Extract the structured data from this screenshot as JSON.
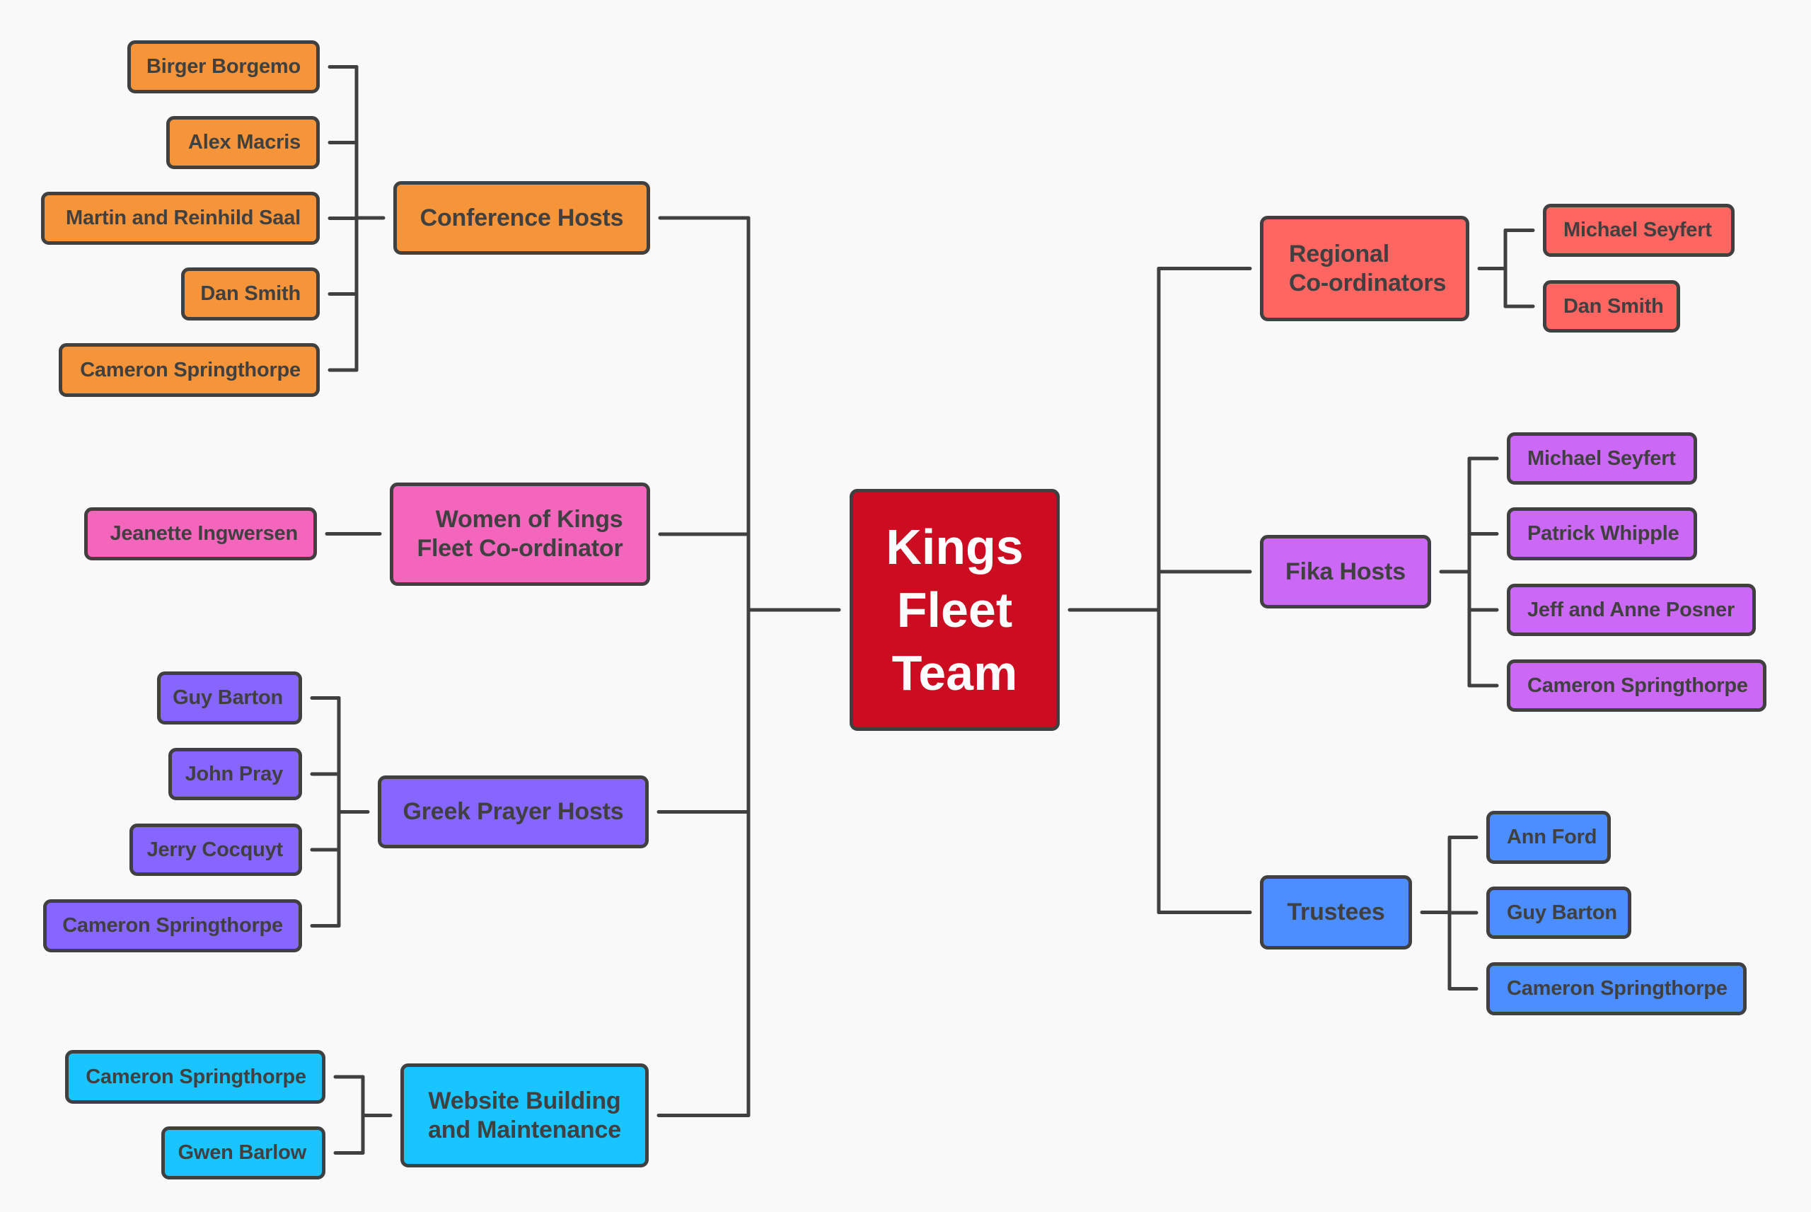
{
  "diagram": {
    "type": "mind-map",
    "root": {
      "label": "Kings Fleet Team",
      "lines": [
        "Kings",
        "Fleet",
        "Team"
      ],
      "color": "#CC0C20"
    },
    "left_groups": [
      {
        "id": "conference",
        "label": "Conference Hosts",
        "lines": [
          "Conference Hosts"
        ],
        "color": "#F59439",
        "members": [
          "Birger Borgemo",
          "Alex Macris",
          "Martin and Reinhild Saal",
          "Dan Smith",
          "Cameron Springthorpe"
        ]
      },
      {
        "id": "women",
        "label": "Women of Kings Fleet Co-ordinator",
        "lines": [
          "Women of Kings",
          "Fleet Co-ordinator"
        ],
        "color": "#F465BC",
        "members": [
          "Jeanette Ingwersen"
        ]
      },
      {
        "id": "greek",
        "label": "Greek Prayer Hosts",
        "lines": [
          "Greek Prayer Hosts"
        ],
        "color": "#8766FF",
        "members": [
          "Guy Barton",
          "John Pray",
          "Jerry Cocquyt",
          "Cameron Springthorpe"
        ]
      },
      {
        "id": "website",
        "label": "Website Building and Maintenance",
        "lines": [
          "Website Building",
          "and Maintenance"
        ],
        "color": "#1AC4FF",
        "members": [
          "Cameron Springthorpe",
          "Gwen Barlow"
        ]
      }
    ],
    "right_groups": [
      {
        "id": "regional",
        "label": "Regional Co-ordinators",
        "lines": [
          "Regional",
          "Co-ordinators"
        ],
        "color": "#FF6561",
        "members": [
          "Michael Seyfert",
          "Dan Smith"
        ]
      },
      {
        "id": "fika",
        "label": "Fika Hosts",
        "lines": [
          "Fika Hosts"
        ],
        "color": "#CB68F5",
        "members": [
          "Michael Seyfert",
          "Patrick Whipple",
          "Jeff and Anne Posner",
          "Cameron Springthorpe"
        ]
      },
      {
        "id": "trustees",
        "label": "Trustees",
        "lines": [
          "Trustees"
        ],
        "color": "#4C8EFF",
        "members": [
          "Ann Ford",
          "Guy Barton",
          "Cameron Springthorpe"
        ]
      }
    ],
    "connector_color": "#404040",
    "text_color": "#404040",
    "background": "#F9F9F9"
  }
}
